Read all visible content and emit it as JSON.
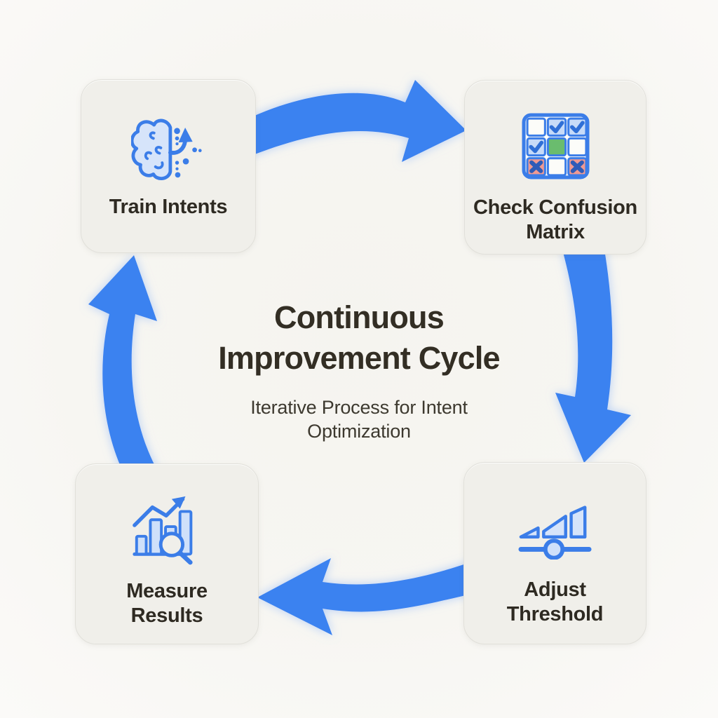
{
  "diagram": {
    "title": "Continuous Improvement Cycle",
    "subtitle": "Iterative Process for Intent Optimization",
    "direction": "clockwise"
  },
  "steps": [
    {
      "id": "train-intents",
      "label": "Train Intents",
      "icon": "brain-growth-icon"
    },
    {
      "id": "check-confusion-matrix",
      "label": "Check Confusion Matrix",
      "icon": "confusion-matrix-grid-icon"
    },
    {
      "id": "adjust-threshold",
      "label": "Adjust Threshold",
      "icon": "threshold-slider-icon"
    },
    {
      "id": "measure-results",
      "label": "Measure Results",
      "icon": "bar-chart-magnifier-icon"
    }
  ],
  "flow_arrows": [
    {
      "from": "train-intents",
      "to": "check-confusion-matrix"
    },
    {
      "from": "check-confusion-matrix",
      "to": "adjust-threshold"
    },
    {
      "from": "adjust-threshold",
      "to": "measure-results"
    },
    {
      "from": "measure-results",
      "to": "train-intents"
    }
  ],
  "colors": {
    "arrow_blue": "#3b82f0",
    "arrow_glow": "#8ab4f8",
    "icon_stroke_blue": "#3b7de8",
    "icon_fill_blue": "#d6e4fa",
    "matrix_green": "#6abc6e",
    "matrix_red": "#f09a92",
    "matrix_cell_blue": "#c7dbf8",
    "card_background": "#f0efea",
    "page_background": "#f7f6f2",
    "text_dark": "#2f2b23"
  }
}
